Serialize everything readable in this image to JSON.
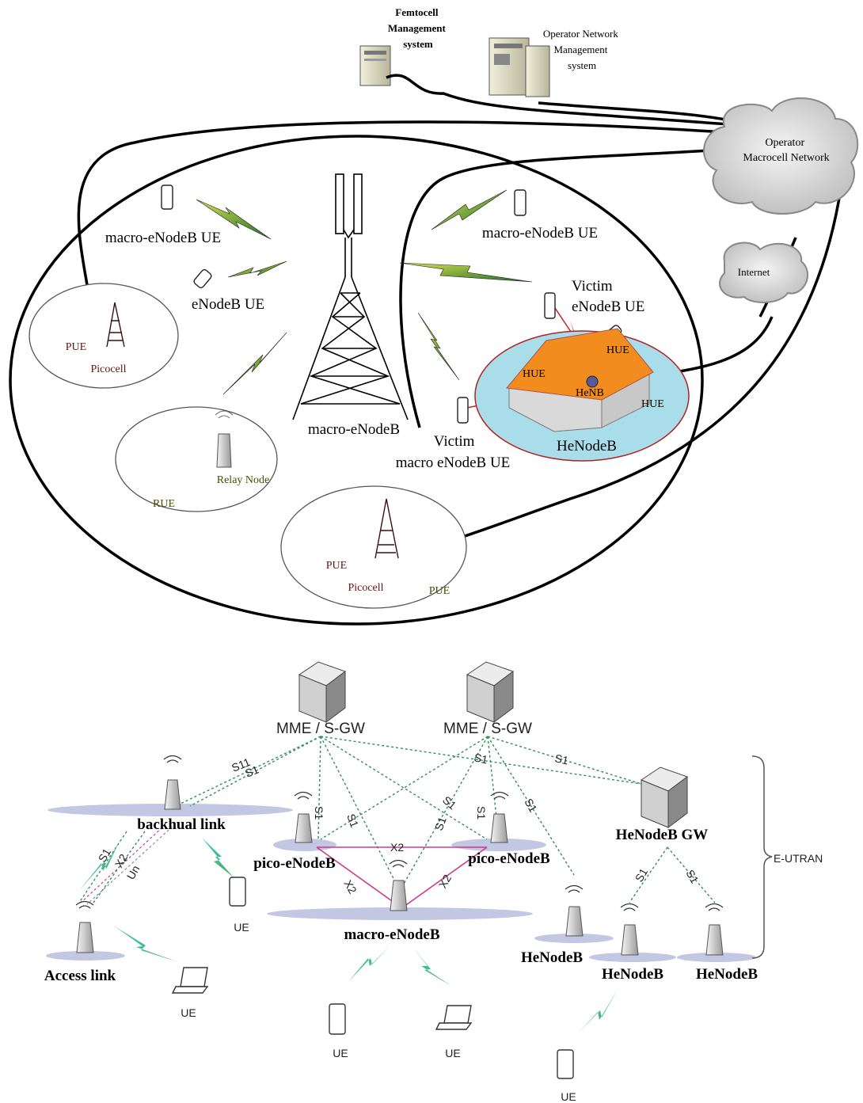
{
  "top": {
    "femtocell_mgmt": [
      "Femtocell",
      "Management",
      "system"
    ],
    "operator_mgmt": [
      "Operator Network",
      "Management",
      "system"
    ],
    "operator_cloud": [
      "Operator",
      "Macrocell Network"
    ],
    "internet": "Internet",
    "macro_ue_left": "macro-eNodeB UE",
    "macro_ue_right": "macro-eNodeB UE",
    "enodeb_ue": "eNodeB UE",
    "victim_enodeb_ue": [
      "Victim",
      "eNodeB UE"
    ],
    "victim_macro_ue": [
      "Victim",
      "macro eNodeB UE"
    ],
    "macro_enodeb": "macro-eNodeB",
    "henodeb": "HeNodeB",
    "henb": "HeNB",
    "hue": "HUE",
    "picocell": "Picocell",
    "pue": "PUE",
    "relay_node": "Relay Node",
    "rue": "RUE"
  },
  "bottom": {
    "mme_left": "MME / S-GW",
    "mme_right": "MME / S-GW",
    "backhaul": "backhual link",
    "access_link": "Access link",
    "pico_left": "pico-eNodeB",
    "pico_right": "pico-eNodeB",
    "macro": "macro-eNodeB",
    "henodeb_gw": "HeNodeB GW",
    "henodeb": "HeNodeB",
    "ue": "UE",
    "eutran": "E-UTRAN",
    "s1": "S1",
    "s11": "S11",
    "x2": "X2",
    "un": "Un"
  }
}
